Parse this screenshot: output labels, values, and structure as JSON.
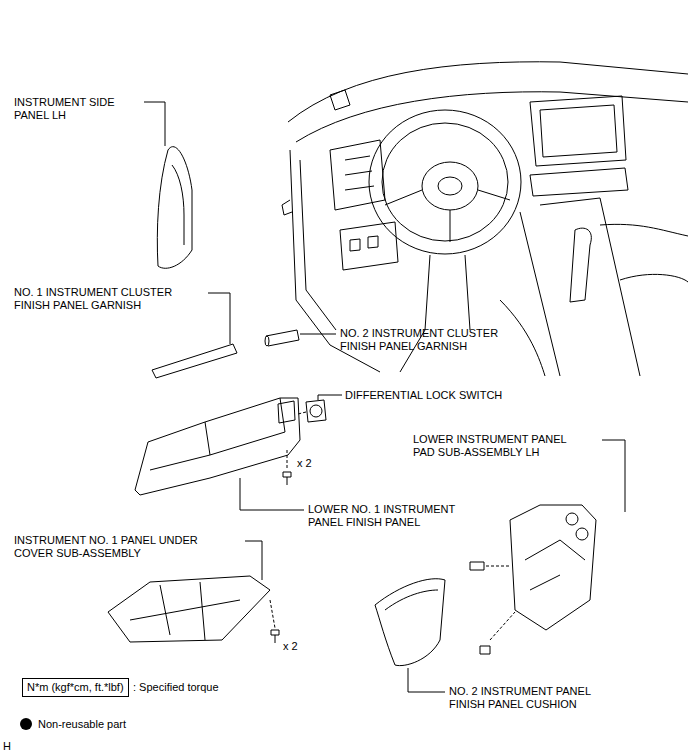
{
  "diagram": {
    "nodes": [
      {
        "text": [
          "N*m (kgf*cm, ft.*lbf)"
        ]
      }
    ],
    "edges": [],
    "labels": [
      "INSTRUMENT SIDE PANEL LH",
      "NO. 1 INSTRUMENT CLUSTER FINISH PANEL GARNISH",
      "NO. 2 INSTRUMENT CLUSTER FINISH PANEL GARNISH",
      "DIFFERENTIAL LOCK SWITCH",
      "LOWER INSTRUMENT PANEL PAD SUB-ASSEMBLY LH",
      "x 2",
      "LOWER NO. 1 INSTRUMENT PANEL FINISH PANEL",
      "INSTRUMENT NO. 1 PANEL UNDER COVER SUB-ASSEMBLY",
      "x 2",
      "NO. 2 INSTRUMENT PANEL FINISH PANEL CUSHION",
      "H"
    ],
    "legend": [
      {
        "text": ": Specified torque"
      },
      {
        "text": "Non-reusable part"
      }
    ]
  }
}
